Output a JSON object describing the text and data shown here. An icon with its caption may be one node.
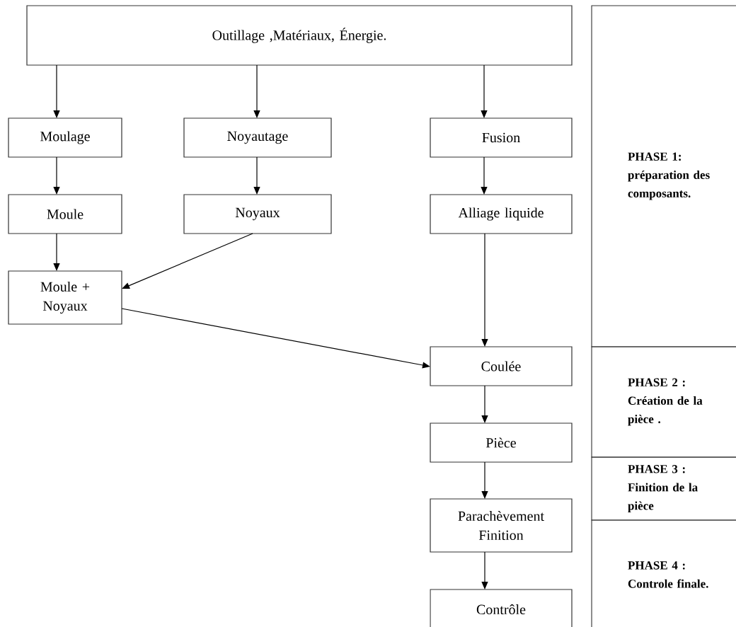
{
  "diagram": {
    "nodes": [
      {
        "text": [
          "Outillage ,Matériaux, Énergie."
        ]
      },
      {
        "text": [
          "Moulage"
        ]
      },
      {
        "text": [
          "Noyautage"
        ]
      },
      {
        "text": [
          "Fusion"
        ]
      },
      {
        "text": [
          "Moule"
        ]
      },
      {
        "text": [
          "Noyaux"
        ]
      },
      {
        "text": [
          "Alliage liquide"
        ]
      },
      {
        "text": [
          "Moule + Noyaux"
        ]
      },
      {
        "text": [
          "Coulée"
        ]
      },
      {
        "text": [
          "Pièce"
        ]
      },
      {
        "text": [
          "Parachèvement Finition"
        ]
      },
      {
        "text": [
          "Contrôle"
        ]
      },
      {
        "text": [
          "PHASE 1: préparation des composants."
        ]
      },
      {
        "text": [
          "PHASE 2 : Création de la pièce ."
        ]
      },
      {
        "text": [
          "PHASE 3 : Finition de la pièce"
        ]
      },
      {
        "text": [
          "PHASE 4 : Controle finale."
        ]
      }
    ],
    "edges": [
      {
        "from": 0,
        "to": 1,
        "arrow": "to"
      },
      {
        "from": 0,
        "to": 2,
        "arrow": "to"
      },
      {
        "from": 0,
        "to": 3,
        "arrow": "to"
      },
      {
        "from": 1,
        "to": 4,
        "arrow": "to"
      },
      {
        "from": 2,
        "to": 5,
        "arrow": "to"
      },
      {
        "from": 3,
        "to": 6,
        "arrow": "to"
      },
      {
        "from": 4,
        "to": 7,
        "arrow": "to"
      },
      {
        "from": 5,
        "to": 7,
        "arrow": "to"
      },
      {
        "from": 7,
        "to": 8,
        "arrow": "to"
      },
      {
        "from": 6,
        "to": 8,
        "arrow": "to"
      },
      {
        "from": 8,
        "to": 9,
        "arrow": "to"
      },
      {
        "from": 9,
        "to": 10,
        "arrow": "to"
      },
      {
        "from": 10,
        "to": 11,
        "arrow": "to"
      }
    ]
  }
}
